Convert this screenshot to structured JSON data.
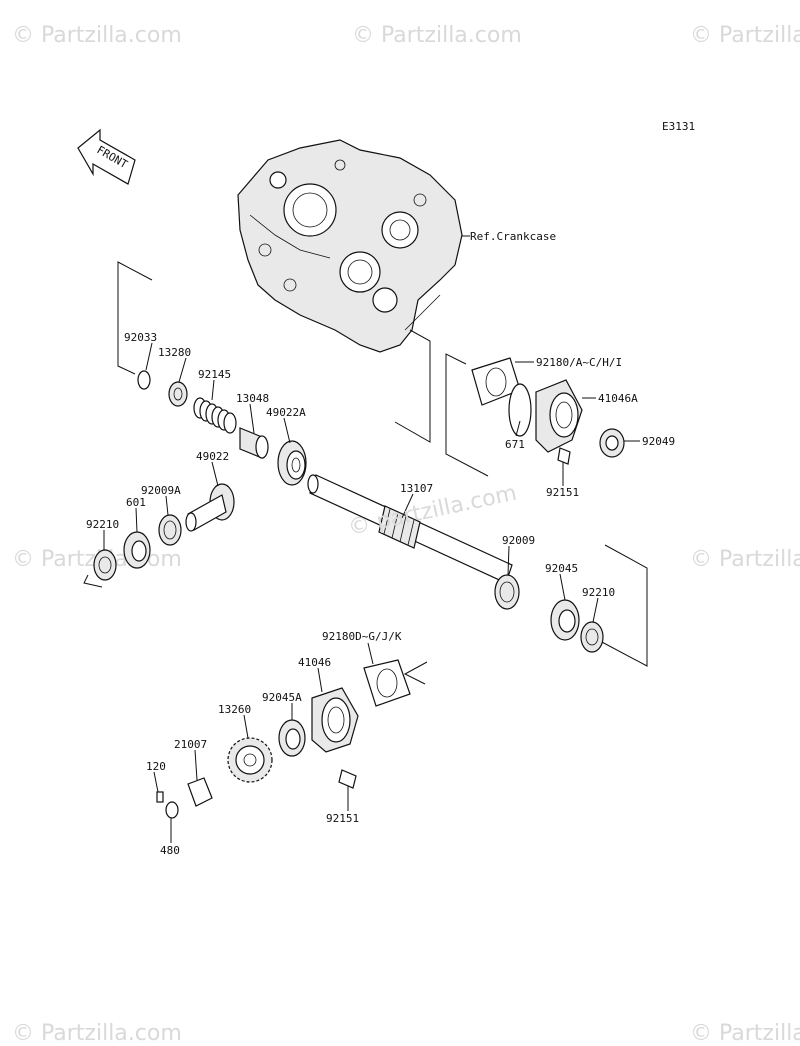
{
  "diagram_code": "E3131",
  "front_label": "FRONT",
  "ref_label": "Ref.Crankcase",
  "watermark": "© Partzilla.com",
  "center_watermark": "© partzilla.com",
  "parts": {
    "p92033": "92033",
    "p13280": "13280",
    "p92145": "92145",
    "p13048": "13048",
    "p49022A": "49022A",
    "p49022": "49022",
    "p92009A": "92009A",
    "p601": "601",
    "p92210a": "92210",
    "p13107": "13107",
    "p92009": "92009",
    "p92045": "92045",
    "p92210b": "92210",
    "p92180AC": "92180/A~C/H/I",
    "p41046A": "41046A",
    "p671": "671",
    "p92049": "92049",
    "p92151a": "92151",
    "p92180DG": "92180D~G/J/K",
    "p41046": "41046",
    "p92045A": "92045A",
    "p13260": "13260",
    "p21007": "21007",
    "p120": "120",
    "p480": "480",
    "p92151b": "92151"
  }
}
